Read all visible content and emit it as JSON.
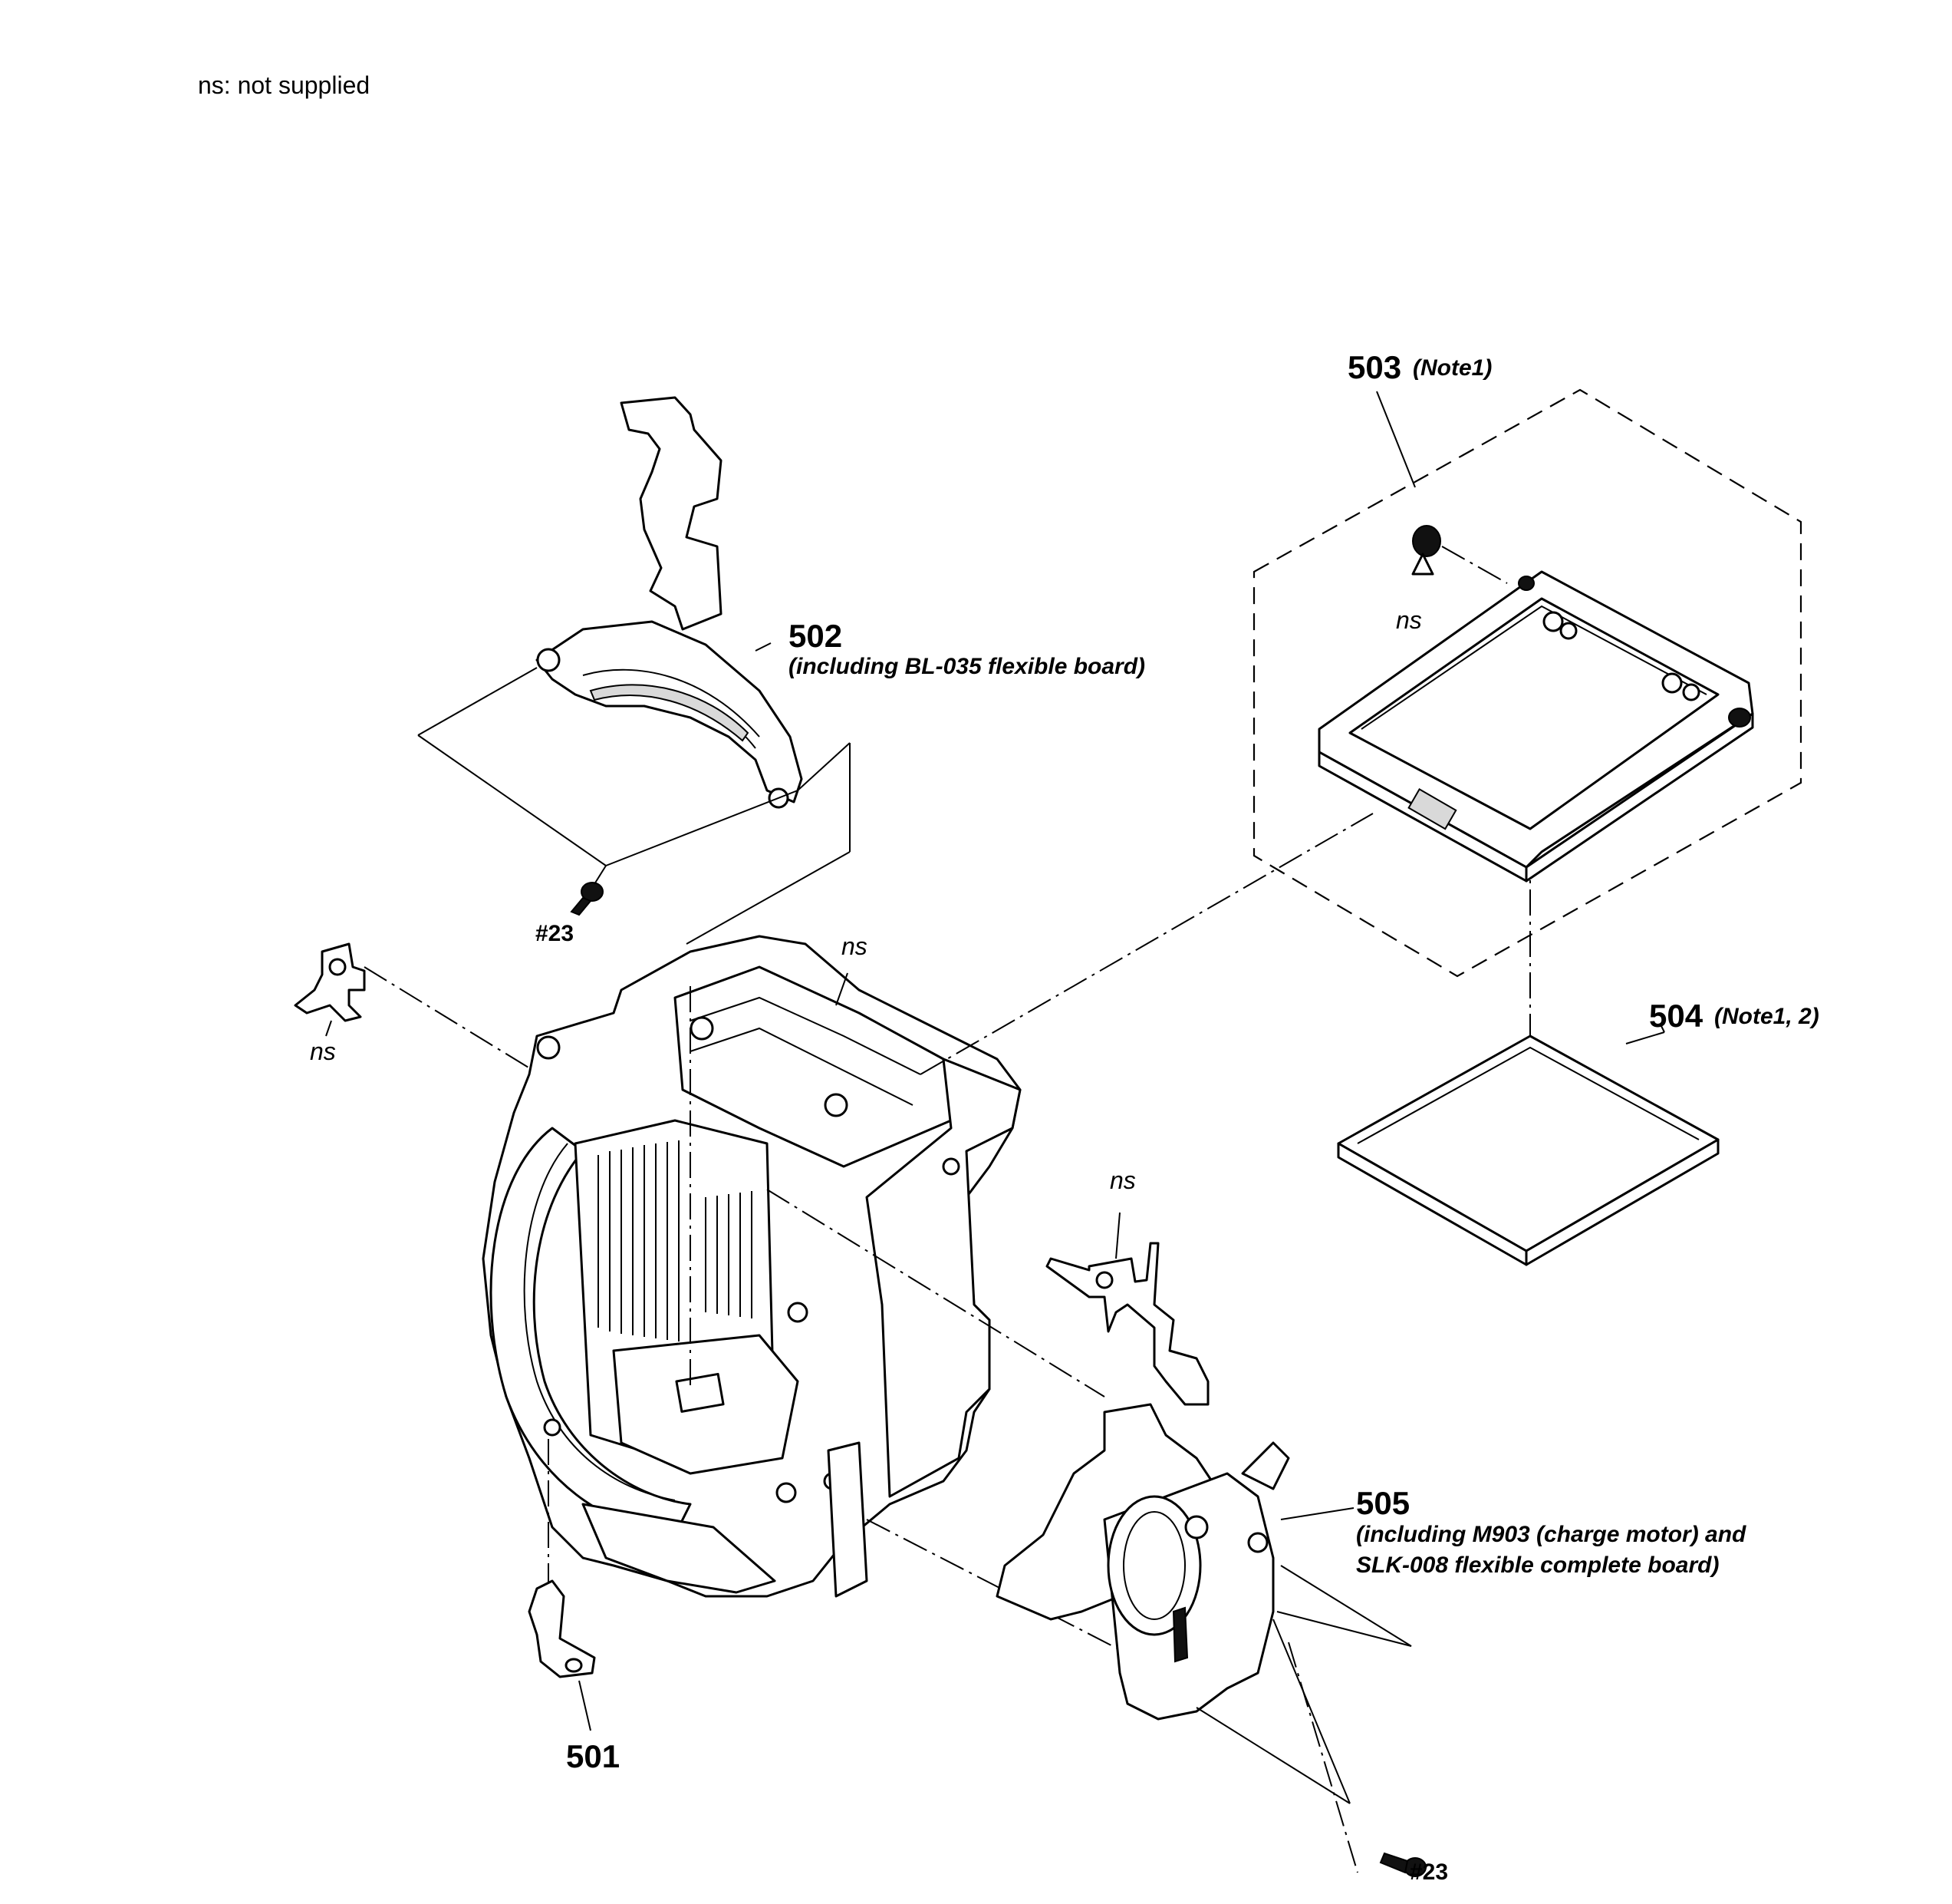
{
  "legend": {
    "text": "ns: not supplied"
  },
  "parts": {
    "p501": {
      "number": "501"
    },
    "p502": {
      "number": "502",
      "description": "(including BL-035 flexible board)"
    },
    "p503": {
      "number": "503",
      "note": "(Note1)"
    },
    "p504": {
      "number": "504",
      "note": "(Note1, 2)"
    },
    "p505": {
      "number": "505",
      "description_line1": "(including M903 (charge motor) and",
      "description_line2": "SLK-008 flexible complete board)"
    }
  },
  "screws": {
    "upper": "#23",
    "lower": "#23"
  },
  "ns_labels": {
    "spring_left": "ns",
    "mirror_box": "ns",
    "screen_spring": "ns",
    "right_plate": "ns"
  }
}
